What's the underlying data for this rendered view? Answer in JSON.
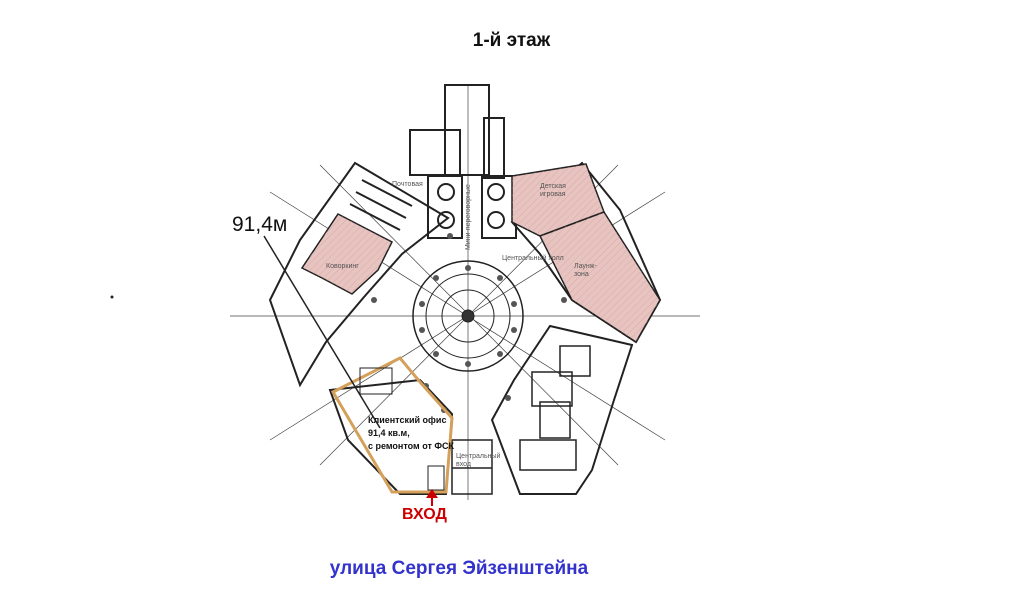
{
  "title": "1-й этаж",
  "area_label": "91,4м",
  "office": {
    "line1": "Клиентский офис",
    "line2": "91,4 кв.м,",
    "line3": "с ремонтом от ФСК"
  },
  "entrance": "ВХОД",
  "street": "улица Сергея Эйзенштейна",
  "rooms": {
    "mail": "Почтовая",
    "meeting": "Мини-переговорные",
    "kids_1": "Детская",
    "kids_2": "игровая",
    "hall": "Центральный холл",
    "coworking": "Коворкинг",
    "lounge_1": "Лаунж-",
    "lounge_2": "зона",
    "entry_1": "Центральный",
    "entry_2": "вход"
  },
  "colors": {
    "highlight_fill": "#e8c4c0",
    "office_outline": "#d4a05a",
    "entrance_arrow": "#cc0000",
    "street_text": "#3333cc"
  }
}
